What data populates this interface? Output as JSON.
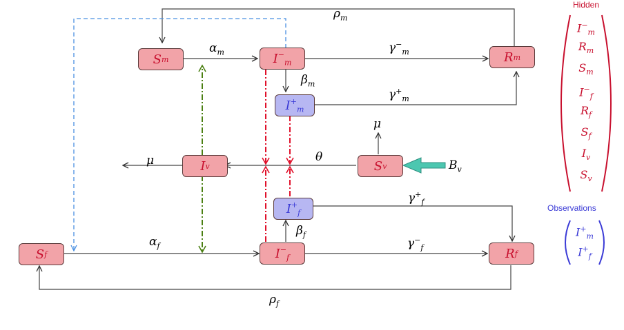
{
  "colors": {
    "hidden": "#c8102e",
    "observed": "#3b3bd6",
    "hidden_fill": "#f2a3a8",
    "observed_fill": "#b7b7f2",
    "blue_dash": "#4a90e2",
    "green_dash": "#4a7f12",
    "red_dash": "#e0102a",
    "inflow_arrow": "#4cc7b0"
  },
  "nodes": {
    "sm": {
      "base": "S",
      "sub": "m"
    },
    "im_minus": {
      "base": "I",
      "sub": "m",
      "sup": "−"
    },
    "rm": {
      "base": "R",
      "sub": "m"
    },
    "im_plus": {
      "base": "I",
      "sub": "m",
      "sup": "+"
    },
    "iv": {
      "base": "I",
      "sub": "v"
    },
    "sv": {
      "base": "S",
      "sub": "v"
    },
    "if_plus": {
      "base": "I",
      "sub": "f",
      "sup": "+"
    },
    "sf": {
      "base": "S",
      "sub": "f"
    },
    "if_minus": {
      "base": "I",
      "sub": "f",
      "sup": "−"
    },
    "rf": {
      "base": "R",
      "sub": "f"
    }
  },
  "labels": {
    "rho_m": {
      "base": "ρ",
      "sub": "m"
    },
    "alpha_m": {
      "base": "α",
      "sub": "m"
    },
    "gamma_m_minus": {
      "base": "γ",
      "sub": "m",
      "sup": "−"
    },
    "beta_m": {
      "base": "β",
      "sub": "m"
    },
    "gamma_m_plus": {
      "base": "γ",
      "sub": "m",
      "sup": "+"
    },
    "mu_top": {
      "base": "μ"
    },
    "mu_left": {
      "base": "μ"
    },
    "theta": {
      "base": "θ"
    },
    "b_v": {
      "base": "B",
      "sub": "v"
    },
    "gamma_f_plus": {
      "base": "γ",
      "sub": "f",
      "sup": "+"
    },
    "beta_f": {
      "base": "β",
      "sub": "f"
    },
    "alpha_f": {
      "base": "α",
      "sub": "f"
    },
    "gamma_f_minus": {
      "base": "γ",
      "sub": "f",
      "sup": "−"
    },
    "rho_f": {
      "base": "ρ",
      "sub": "f"
    }
  },
  "legend": {
    "hidden_title": "Hidden",
    "hidden_items": [
      {
        "base": "I",
        "sub": "m",
        "sup": "−"
      },
      {
        "base": "R",
        "sub": "m"
      },
      {
        "base": "S",
        "sub": "m"
      },
      {
        "base": "I",
        "sub": "f",
        "sup": "−"
      },
      {
        "base": "R",
        "sub": "f"
      },
      {
        "base": "S",
        "sub": "f"
      },
      {
        "base": "I",
        "sub": "v"
      },
      {
        "base": "S",
        "sub": "v"
      }
    ],
    "observations_title": "Observations",
    "observation_items": [
      {
        "base": "I",
        "sub": "m",
        "sup": "+"
      },
      {
        "base": "I",
        "sub": "f",
        "sup": "+"
      }
    ]
  }
}
